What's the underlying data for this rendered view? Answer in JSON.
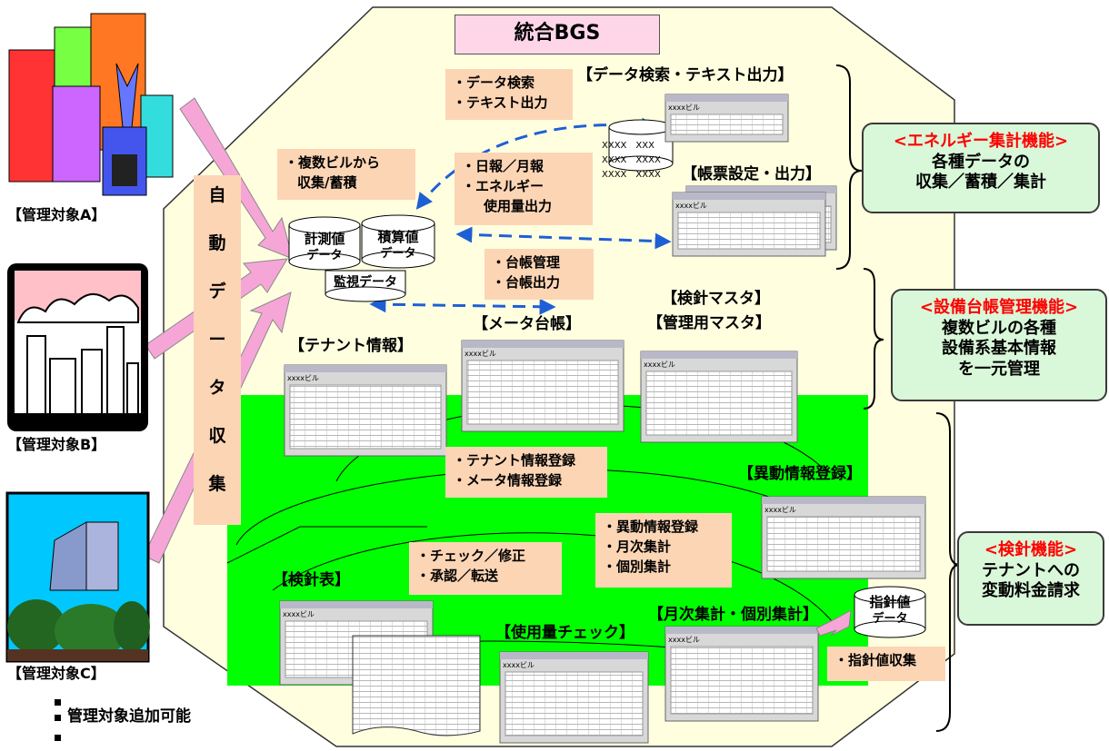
{
  "title": "統合BGS",
  "targets": [
    {
      "label": "【管理対象A】"
    },
    {
      "label": "【管理対象B】"
    },
    {
      "label": "【管理対象C】"
    }
  ],
  "add_note": "管理対象追加可能",
  "auto_collect": [
    "自",
    "動",
    "デ",
    "ー",
    "タ",
    "収",
    "集"
  ],
  "actions": {
    "search": [
      "・データ検索",
      "・テキスト出力"
    ],
    "multi": [
      "・複数ビルから",
      "収集/蓄積"
    ],
    "report": [
      "・日報／月報",
      "・エネルギー",
      "使用量出力"
    ],
    "ledger": [
      "・台帳管理",
      "・台帳出力"
    ],
    "tenant_reg": [
      "・テナント情報登録",
      "・メータ情報登録"
    ],
    "ido": [
      "・異動情報登録",
      "・月次集計",
      "・個別集計"
    ],
    "check": [
      "・チェック／修正",
      "・承認／転送"
    ],
    "shishin": "・指針値収集"
  },
  "databases": {
    "keisoku": [
      "計測値",
      "データ"
    ],
    "sekisan": [
      "積算値",
      "データ"
    ],
    "kanshi": "監視データ",
    "shishin": [
      "指針値",
      "データ"
    ],
    "xxxx_lines": [
      "XXXX　XXX",
      "XXXX　XXXX",
      "XXXX　XXXX"
    ]
  },
  "screens": {
    "search": "【データ検索・テキスト出力】",
    "chohyo": "【帳票設定・出力】",
    "tenant": "【テナント情報】",
    "meter": "【メータ台帳】",
    "kenshin_master": "【検針マスタ】",
    "kanri_master": "【管理用マスタ】",
    "ido": "【異動情報登録】",
    "kenshinhyo": "【検針表】",
    "usage": "【使用量チェック】",
    "monthly": "【月次集計・個別集計】",
    "window_caption": "xxxxビル"
  },
  "functions": [
    {
      "title": "<エネルギー集計機能>",
      "body": "各種データの\n収集／蓄積／集計"
    },
    {
      "title": "<設備台帳管理機能>",
      "body": "複数ビルの各種\n設備系基本情報\nを一元管理"
    },
    {
      "title": "<検針機能>",
      "body": "テナントへの\n変動料金請求"
    }
  ],
  "colors": {
    "octagon": "#ffffe0",
    "green": "#00ff00",
    "box": "#fcd5b5",
    "func": "#d9f7d9",
    "title": "#ffd6e8",
    "arrow_blue": "#1e5fd6",
    "arrow_pink": "#f6a6d6"
  }
}
